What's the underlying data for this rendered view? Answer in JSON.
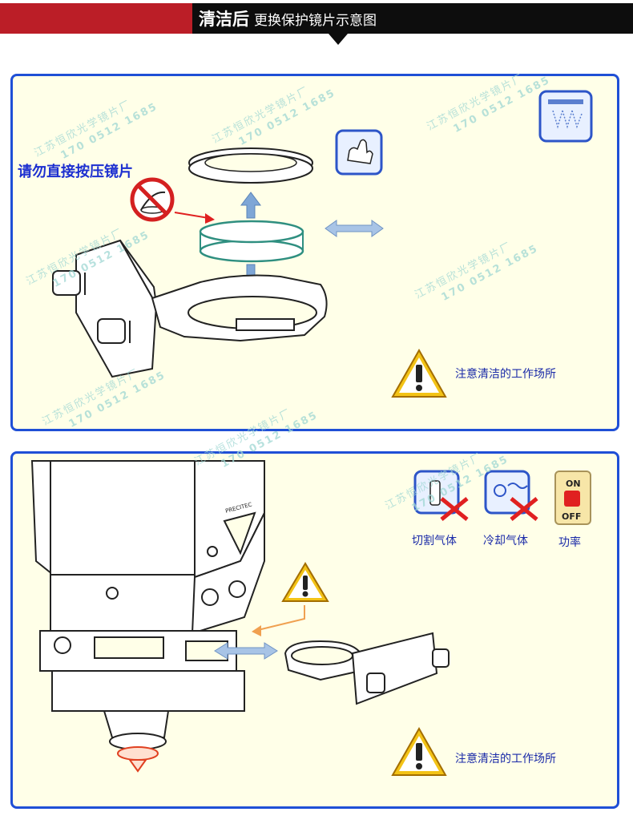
{
  "header": {
    "title_main": "清洁后",
    "title_sub": "更换保护镜片示意图"
  },
  "panel_top": {
    "no_press_label": "请勿直接按压镜片",
    "warning_text": "注意清洁的工作场所"
  },
  "panel_bottom": {
    "icons": [
      {
        "label": "切割气体"
      },
      {
        "label": "冷却气体"
      },
      {
        "label": "功率"
      }
    ],
    "switch_on": "ON",
    "switch_off": "OFF",
    "brand_text": "PRECITEC",
    "warning_text": "注意清洁的工作场所"
  },
  "watermark": {
    "company": "江苏恒欣光学镜片厂",
    "phone": "170 0512 1685"
  },
  "colors": {
    "header_red": "#bb1e27",
    "header_black": "#0d0d0d",
    "panel_border": "#1f4fd6",
    "panel_bg": "#ffffe8",
    "label_blue": "#1a2aa8",
    "warning_yellow": "#f3c316",
    "lens_teal": "#2f8f80",
    "arrow_blue": "#7ea6d6"
  }
}
